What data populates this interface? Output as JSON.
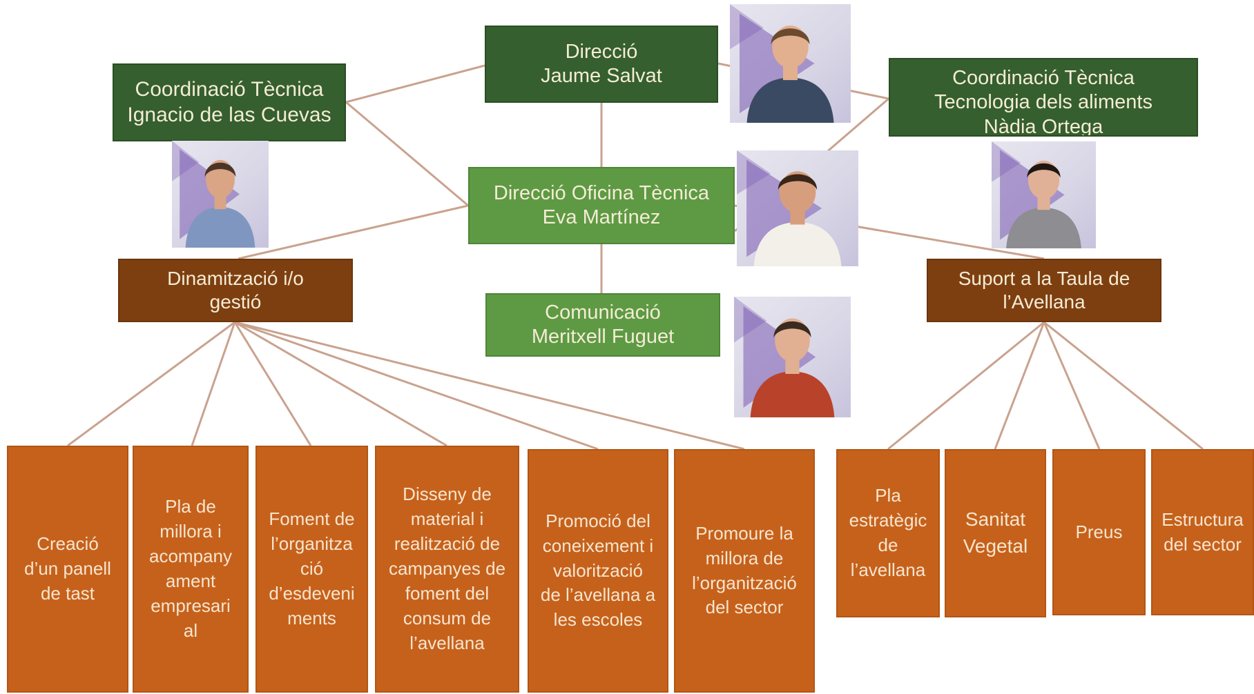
{
  "colors": {
    "dark_green": "#355f2e",
    "mid_green": "#5e9a44",
    "brown": "#7e3f10",
    "orange": "#c6611b",
    "connector": "#c9a28e",
    "photo_accent": "#7c5bb3"
  },
  "nodes": {
    "direccio": "Direcció\nJaume Salvat",
    "coordinacio_tecnica_left": "Coordinació  Tècnica\nIgnacio de las Cuevas",
    "coordinacio_tecnica_right": "Coordinació Tècnica\nTecnologia dels aliments\nNàdia Ortega",
    "direccio_oficina_tecnica": "Direcció Oficina Tècnica\nEva Martínez",
    "comunicacio": "Comunicació\nMeritxell Fuguet",
    "dinamitzacio": "Dinamització i/o\ngestió",
    "suport_taula": "Suport a la Taula de\nl’Avellana"
  },
  "dinamitzacio_tasks": [
    "Creació\nd’un panell\nde tast",
    "Pla de\nmillora i\nacompany\nament\nempresari\nal",
    "Foment de\nl’organitza\nció\nd’esdeveni\nments",
    "Disseny de\nmaterial i\nrealització de\ncampanyes de\nfoment del\nconsum de\nl’avellana",
    "Promoció del\nconeixement i\nvalorització\nde l’avellana a\nles escoles",
    "Promoure la\nmillora de\nl’organització\ndel sector"
  ],
  "suport_tasks": [
    "Pla\nestratègic\nde\nl’avellana",
    "Sanitat\nVegetal",
    "Preus",
    "Estructura\ndel sector"
  ],
  "photos": [
    {
      "person": "Jaume Salvat",
      "shirt": "#3a4a63",
      "hair": "#6b4a2e",
      "skin": "#e2b08f"
    },
    {
      "person": "Ignacio de las Cuevas",
      "shirt": "#7f97c0",
      "hair": "#4b3526",
      "skin": "#d9a585"
    },
    {
      "person": "Eva Martínez",
      "shirt": "#f3f0ea",
      "hair": "#3a2618",
      "skin": "#d79e7e"
    },
    {
      "person": "Nàdia Ortega",
      "shirt": "#8d8d92",
      "hair": "#1f1714",
      "skin": "#e0b197"
    },
    {
      "person": "Meritxell Fuguet",
      "shirt": "#b8432a",
      "hair": "#3b2a20",
      "skin": "#e1b092"
    }
  ]
}
